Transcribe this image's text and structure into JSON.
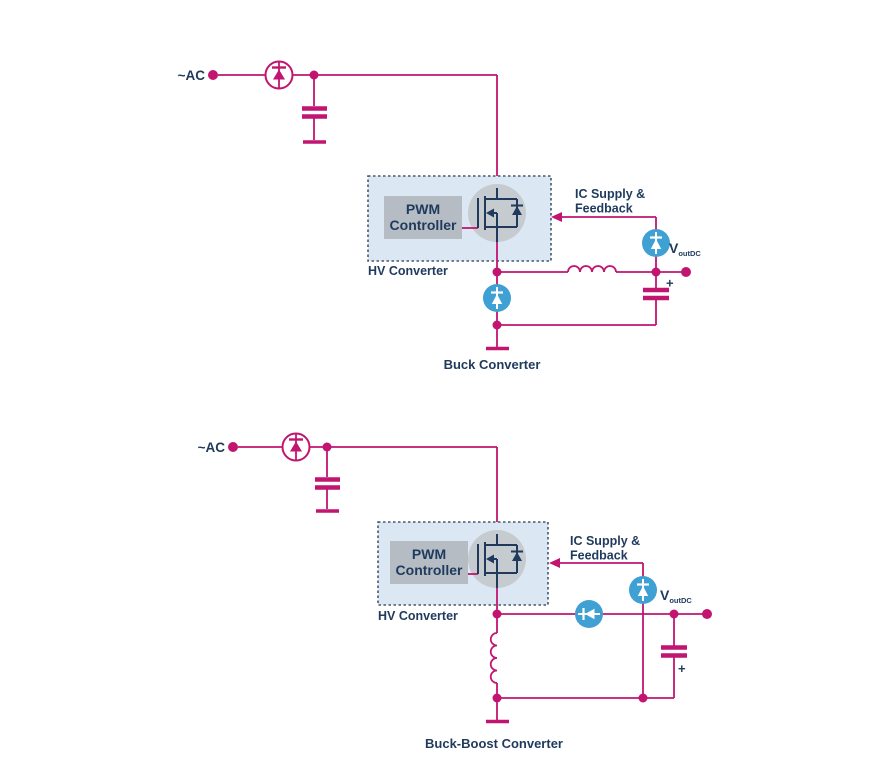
{
  "colors": {
    "wire_magenta": "#c11570",
    "component_blue": "#3fa0d3",
    "text_navy": "#1f3a5c",
    "hv_box_fill": "#dbe8f3",
    "hv_box_border": "#44586e",
    "controller_fill": "#b6bcc4",
    "mosfet_circle_fill": "#c6cbd0",
    "background": "#ffffff"
  },
  "circuits": [
    {
      "ac_label": "~AC",
      "controller_line1": "PWM",
      "controller_line2": "Controller",
      "box_label": "HV Converter",
      "feedback_line1": "IC Supply &",
      "feedback_line2": "Feedback",
      "vout_main": "V",
      "vout_sub": "outDC",
      "cap_polarity": "+",
      "caption": "Buck Converter"
    },
    {
      "ac_label": "~AC",
      "controller_line1": "PWM",
      "controller_line2": "Controller",
      "box_label": "HV Converter",
      "feedback_line1": "IC Supply &",
      "feedback_line2": "Feedback",
      "vout_main": "V",
      "vout_sub": "outDC",
      "cap_polarity": "+",
      "caption": "Buck-Boost Converter"
    }
  ]
}
